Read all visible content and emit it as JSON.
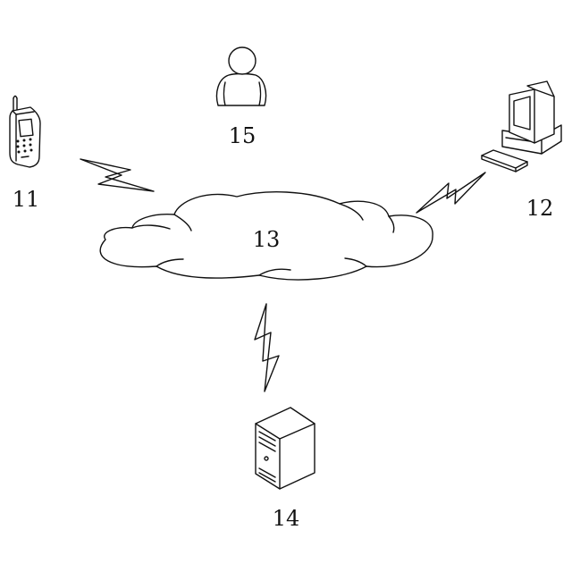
{
  "nodes": {
    "phone": {
      "label": "11",
      "icon": "mobile-phone-icon"
    },
    "computer": {
      "label": "12",
      "icon": "desktop-computer-icon"
    },
    "network": {
      "label": "13",
      "icon": "cloud-icon"
    },
    "server": {
      "label": "14",
      "icon": "server-icon"
    },
    "user": {
      "label": "15",
      "icon": "user-icon"
    }
  },
  "links": [
    {
      "from": "11",
      "to": "13",
      "type": "wireless"
    },
    {
      "from": "12",
      "to": "13",
      "type": "wireless"
    },
    {
      "from": "14",
      "to": "13",
      "type": "wireless"
    }
  ],
  "colors": {
    "stroke": "#111111",
    "background": "#ffffff"
  }
}
